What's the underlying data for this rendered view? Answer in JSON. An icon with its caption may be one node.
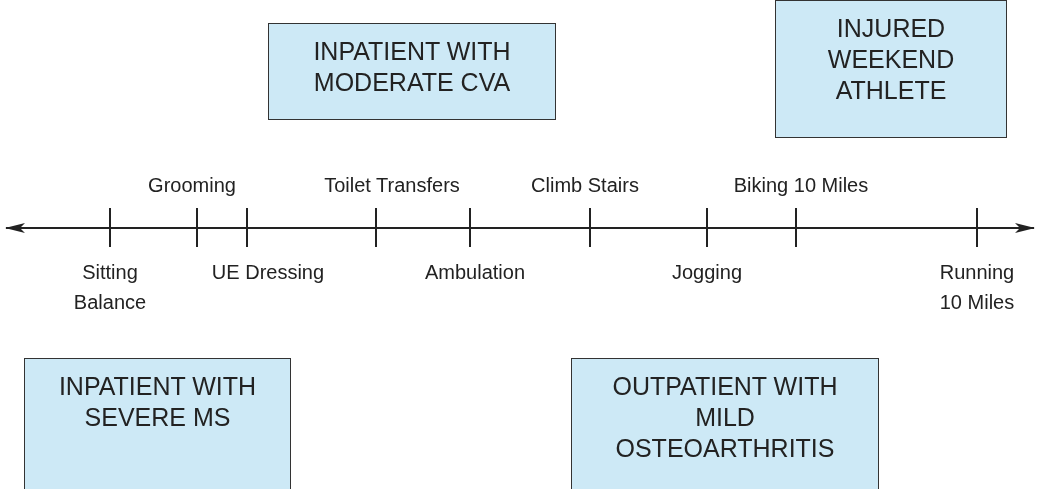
{
  "diagram": {
    "nodes": [
      {
        "text": [
          "INPATIENT WITH MODERATE CVA"
        ]
      },
      {
        "text": [
          "INJURED WEEKEND ATHLETE"
        ]
      },
      {
        "text": [
          "INPATIENT WITH SEVERE MS"
        ]
      },
      {
        "text": [
          "OUTPATIENT WITH MILD OSTEOARTHRITIS"
        ]
      }
    ],
    "edges": [],
    "labels": [
      "Grooming",
      "Toilet Transfers",
      "Climb Stairs",
      "Biking 10 Miles",
      "Sitting Balance",
      "UE Dressing",
      "Ambulation",
      "Jogging",
      "Running 10 Miles"
    ]
  }
}
